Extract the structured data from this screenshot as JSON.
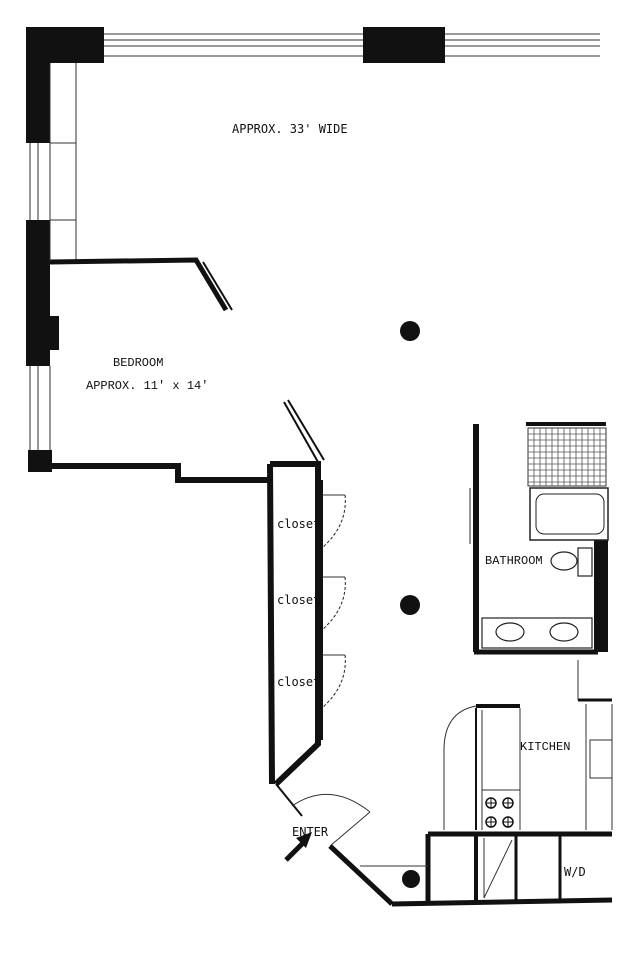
{
  "labels": {
    "width_note": "APPROX. 33' WIDE",
    "bedroom": "BEDROOM",
    "bedroom_size": "APPROX. 11' x 14'",
    "closet_1": "closet",
    "closet_2": "closet",
    "closet_3": "closet",
    "bathroom": "BATHROOM",
    "kitchen": "KITCHEN",
    "enter": "ENTER",
    "washer_dryer": "W/D"
  },
  "colors": {
    "wall": "#111111",
    "background": "#ffffff"
  },
  "icons": {
    "entry_arrow": "arrow-icon",
    "column": "column-icon",
    "stove_burner": "burner-icon"
  }
}
